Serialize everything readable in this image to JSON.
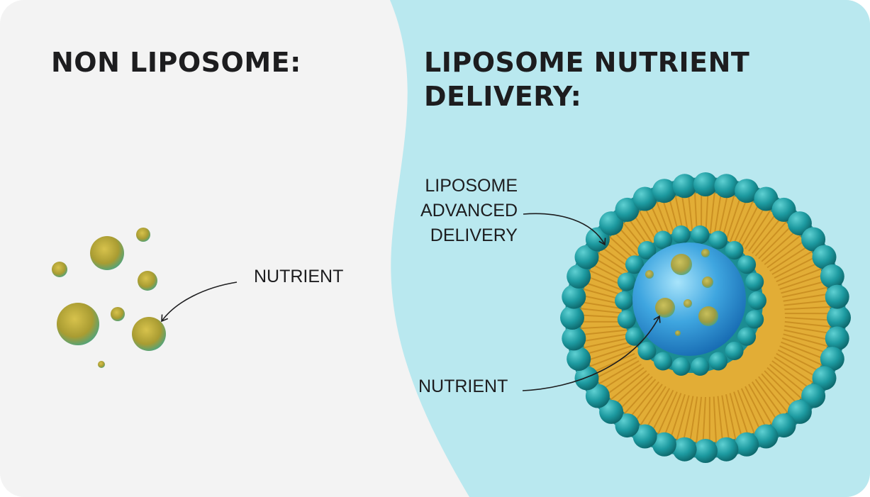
{
  "left_panel": {
    "title": "NON LIPOSOME:",
    "nutrient_label": "NUTRIENT"
  },
  "right_panel": {
    "title_line1": "LIPOSOME NUTRIENT",
    "title_line2": "DELIVERY:",
    "shell_label_line1": "LIPOSOME",
    "shell_label_line2": "ADVANCED",
    "shell_label_line3": "DELIVERY",
    "nutrient_label": "NUTRIENT"
  },
  "colors": {
    "left_background": "#f3f3f3",
    "right_background": "#b9e8ef",
    "text": "#1d1d1f",
    "lipid_head": "#1d9aa0",
    "lipid_tail": "#e6b23a",
    "core": "#3fa6e0",
    "nutrient": "#b5a83a"
  }
}
